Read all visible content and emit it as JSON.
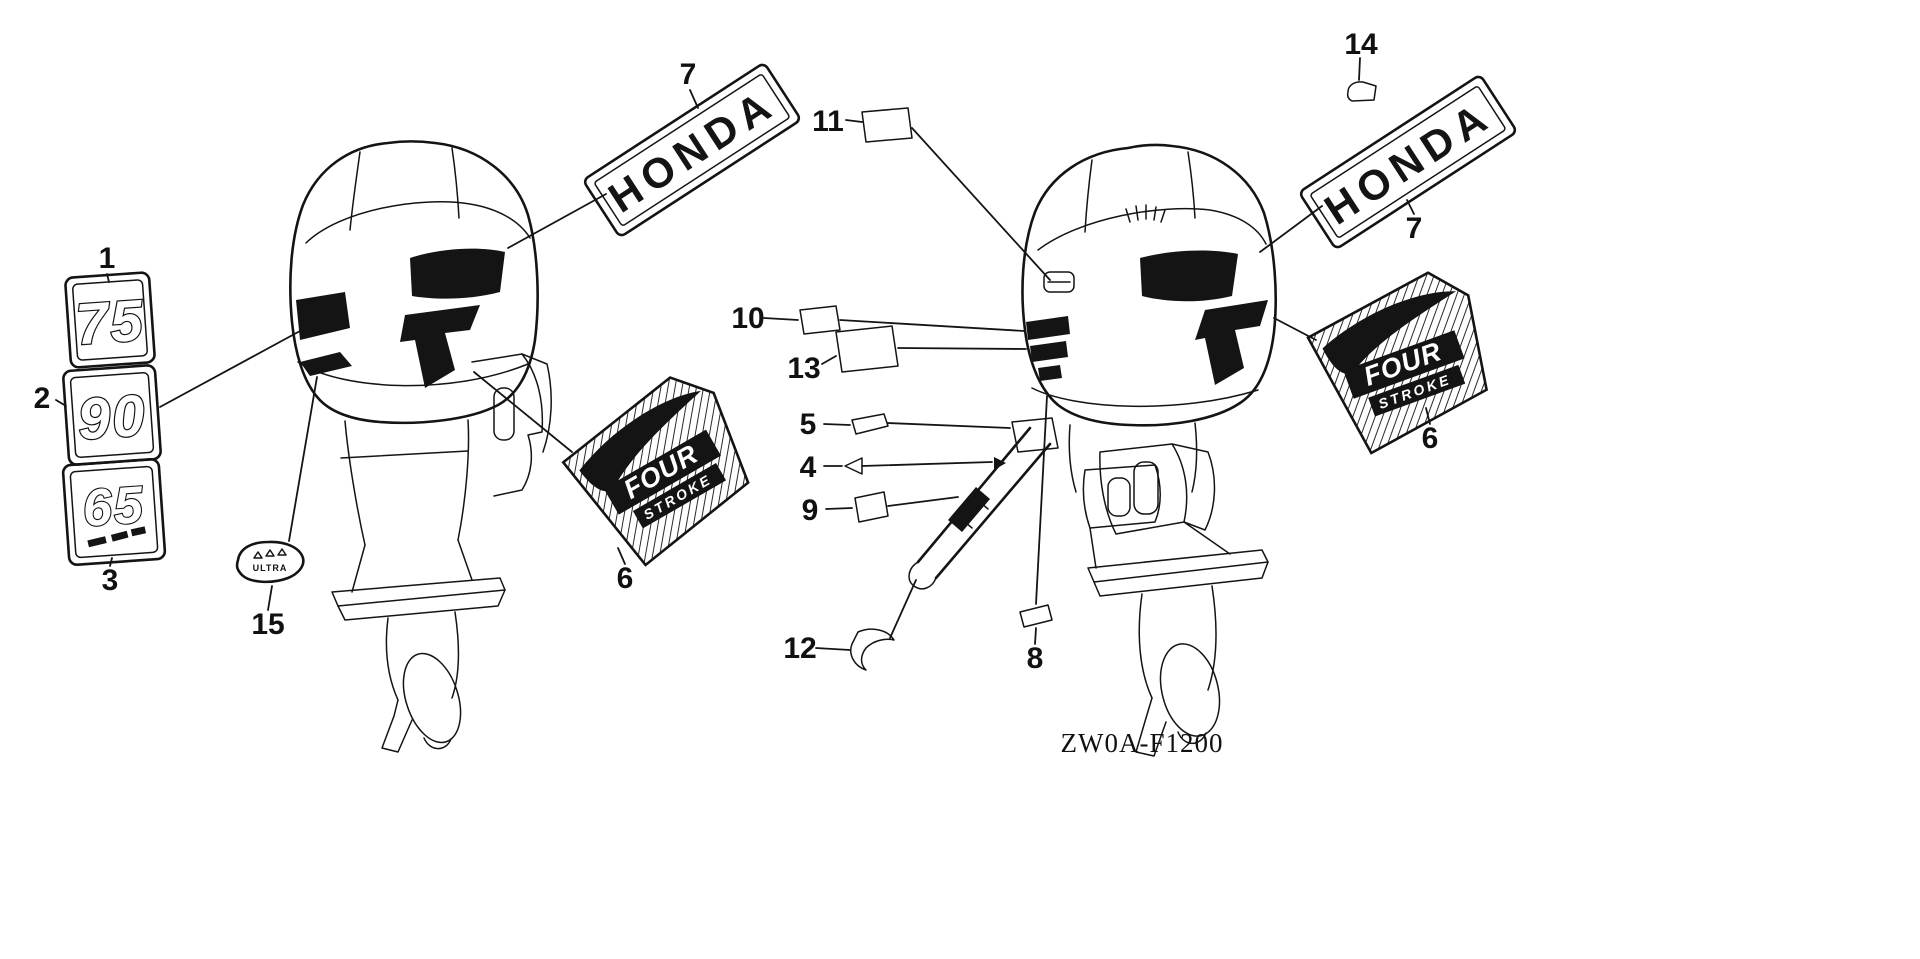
{
  "code": "ZW0A-F1200",
  "callouts": {
    "n1": "1",
    "n2": "2",
    "n3": "3",
    "n4": "4",
    "n5": "5",
    "n6": "6",
    "n7": "7",
    "n8": "8",
    "n9": "9",
    "n10": "10",
    "n11": "11",
    "n12": "12",
    "n13": "13",
    "n14": "14",
    "n15": "15"
  },
  "decals": {
    "honda": "HONDA",
    "four": "FOUR",
    "stroke": "STROKE",
    "hp75": "75",
    "hp90": "90",
    "hp65": "65",
    "ultra": "ULTRA"
  }
}
